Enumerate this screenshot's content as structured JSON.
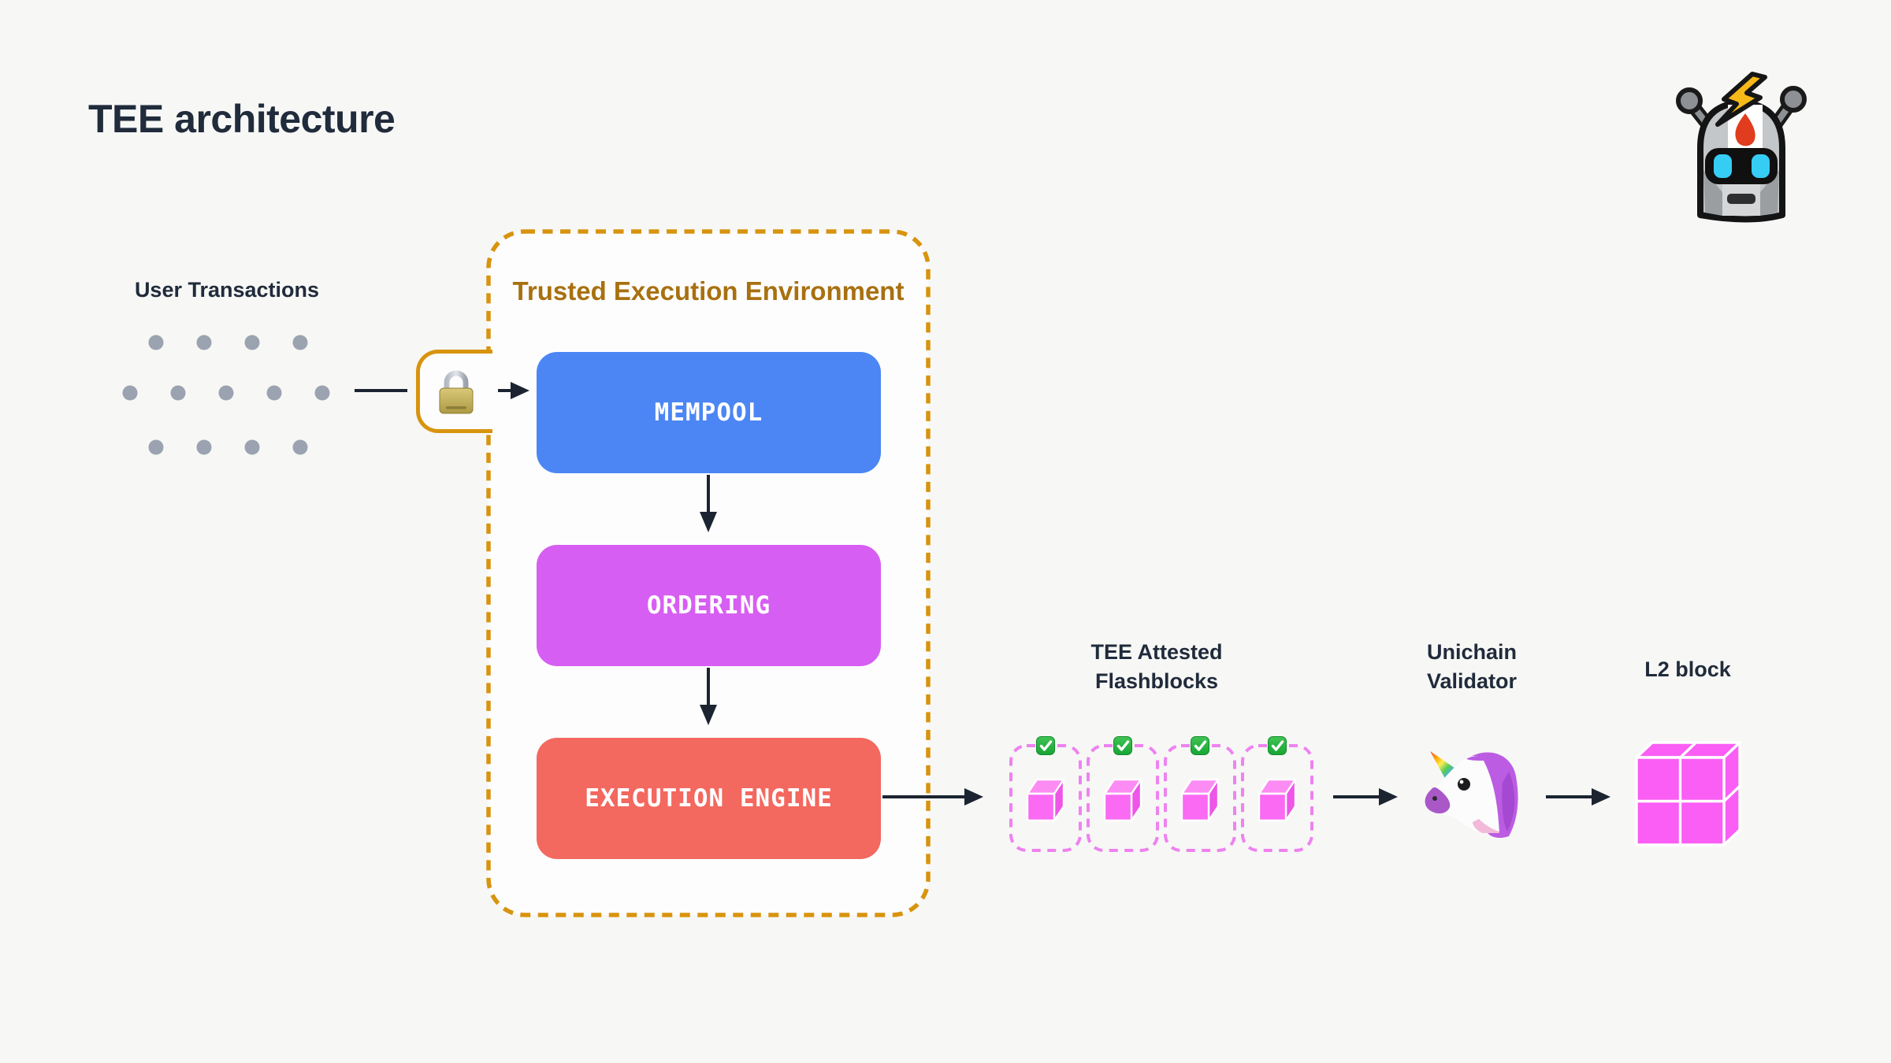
{
  "page": {
    "title": "TEE architecture"
  },
  "colors": {
    "bg": "#f7f7f6",
    "panel": "#fdfdfe",
    "navy": "#202b3b",
    "arrow": "#1b2430",
    "amber": "#d8940e",
    "amber-text": "#a8700f",
    "blue": "#4b86f4",
    "magenta": "#d75ef2",
    "coral": "#f3685f",
    "pinkdash": "#ee82f0",
    "dot": "#9ba3b0",
    "cube-pink": "#fa5ef4",
    "check-green": "#21ab3b"
  },
  "user_transactions": {
    "label": "User Transactions",
    "dot_rows": [
      4,
      5,
      4
    ]
  },
  "tee": {
    "label": "Trusted Execution Environment",
    "mempool_label": "MEMPOOL",
    "ordering_label": "ORDERING",
    "execution_label": "EXECUTION ENGINE"
  },
  "lock": {
    "icon": "padlock-emoji"
  },
  "flashblocks": {
    "label_line1": "TEE Attested",
    "label_line2": "Flashblocks",
    "count": 4,
    "item_icons": [
      "check-mark-emoji",
      "pink-cube-emoji"
    ]
  },
  "validator": {
    "label_line1": "Unichain",
    "label_line2": "Validator",
    "icon": "unicorn-emoji"
  },
  "l2_block": {
    "label": "L2 block",
    "icon": "pink-cube-2x2"
  },
  "logo": {
    "icon": "flashbot-robot"
  }
}
